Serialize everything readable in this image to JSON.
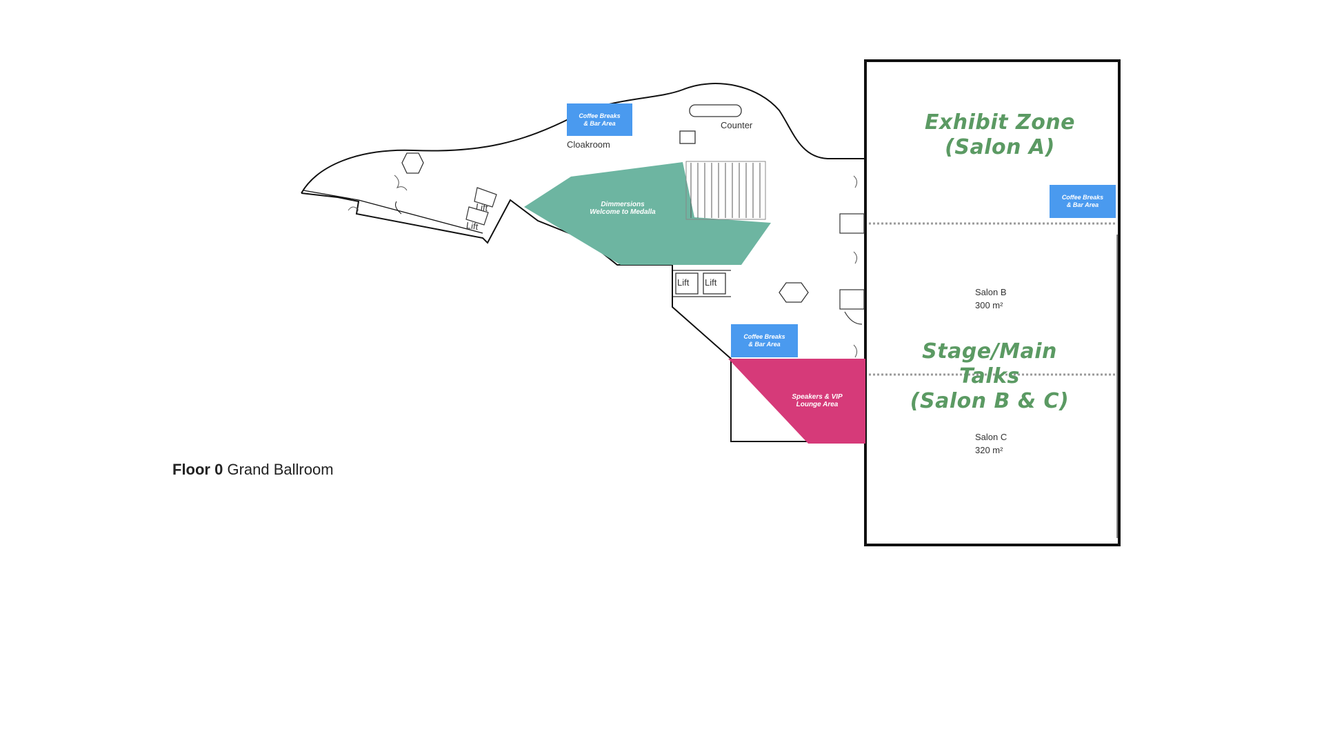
{
  "caption": {
    "floor": "Floor 0",
    "name": "Grand Ballroom"
  },
  "labels": {
    "cloakroom": "Cloakroom",
    "counter": "Counter",
    "lift": "Lift"
  },
  "salons": {
    "salon_b": {
      "name": "Salon B",
      "area": "300 m²"
    },
    "salon_c": {
      "name": "Salon C",
      "area": "320 m²"
    }
  },
  "zones": {
    "exhibit": "Exhibit Zone\n(Salon A)",
    "stage": "Stage/Main\nTalks\n(Salon B & C)",
    "welcome": "Dimmersions\nWelcome to Medalla",
    "lounge": "Speakers & VIP\nLounge Area"
  },
  "amenities": {
    "coffee_bar": "Coffee Breaks\n& Bar Area"
  },
  "colors": {
    "welcome_zone": "#6db5a1",
    "lounge_zone": "#d63a79",
    "coffee_tag": "#4a9aef",
    "zone_text": "#5b9a63"
  },
  "icons": [
    "hexagon-table-icon",
    "plant-icon",
    "lift-icon",
    "staircase-icon"
  ]
}
